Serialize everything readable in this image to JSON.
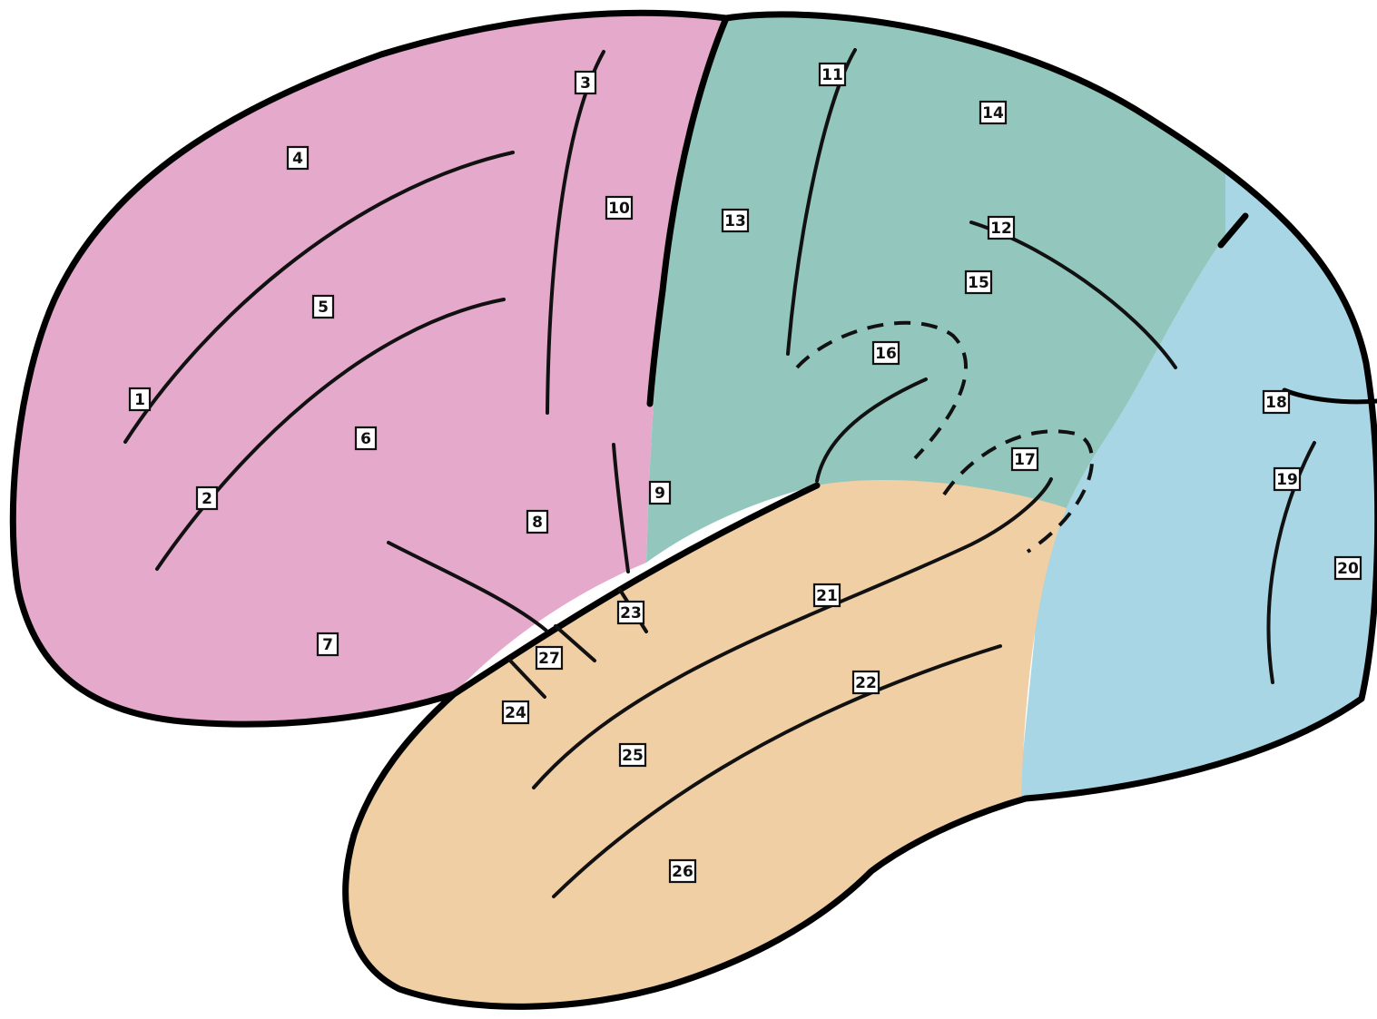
{
  "diagram": {
    "lobes": [
      {
        "id": "frontal",
        "color": "#e4a9cb"
      },
      {
        "id": "parietal",
        "color": "#93c7be"
      },
      {
        "id": "occipital",
        "color": "#a8d6e4"
      },
      {
        "id": "temporal",
        "color": "#f1cfa5"
      }
    ],
    "labels": [
      "1",
      "2",
      "3",
      "4",
      "5",
      "6",
      "7",
      "8",
      "9",
      "10",
      "11",
      "12",
      "13",
      "14",
      "15",
      "16",
      "17",
      "18",
      "19",
      "20",
      "21",
      "22",
      "23",
      "24",
      "25",
      "26",
      "27"
    ]
  }
}
